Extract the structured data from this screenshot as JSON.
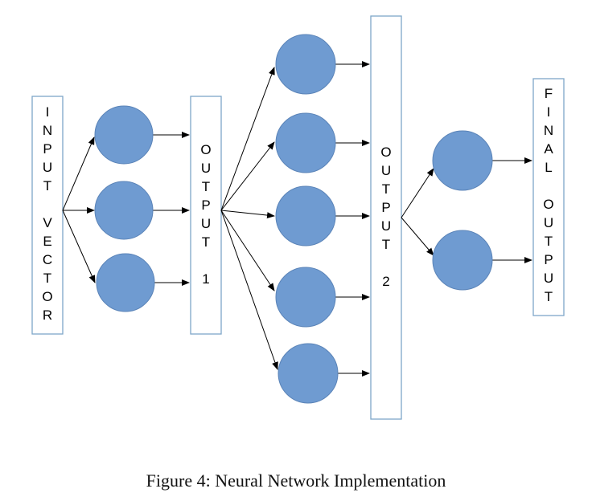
{
  "diagram": {
    "input_label": "INPUT VECTOR",
    "output1_label": "OUTPUT 1",
    "output2_label": "OUTPUT 2",
    "final_label": "FINAL OUTPUT"
  },
  "caption": "Figure 4: Neural Network Implementation",
  "colors": {
    "node_fill": "#6f9bd1",
    "box_stroke": "#7ea6c8"
  }
}
